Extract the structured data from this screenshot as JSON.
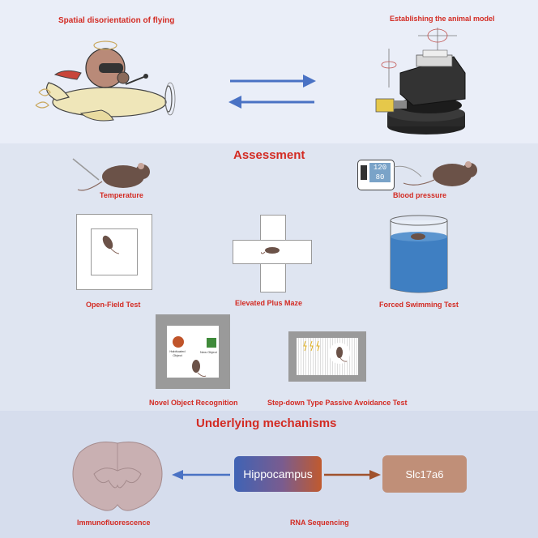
{
  "top": {
    "left_title": "Spatial disorientation of flying",
    "right_title": "Establishing the animal model"
  },
  "assessment": {
    "title": "Assessment",
    "temperature": "Temperature",
    "blood_pressure": "Blood pressure",
    "bp_readout_top": "120",
    "bp_readout_bottom": "80",
    "open_field": "Open-Field Test",
    "elevated_plus": "Elevated Plus Maze",
    "forced_swim": "Forced Swimming Test",
    "novel_object": "Novel Object Recognition",
    "habituated_object": "Habituated Object",
    "new_object": "New Object",
    "step_down": "Step-down Type Passive Avoidance Test"
  },
  "mechanisms": {
    "title": "Underlying mechanisms",
    "hippocampus": "Hippocampus",
    "slc": "Slc17a6",
    "immunofluorescence": "Immunofluorescence",
    "rna_seq": "RNA Sequencing"
  },
  "colors": {
    "title_red": "#d32b23",
    "arrow_blue": "#4a72c4",
    "arrow_brown": "#a0522d"
  }
}
